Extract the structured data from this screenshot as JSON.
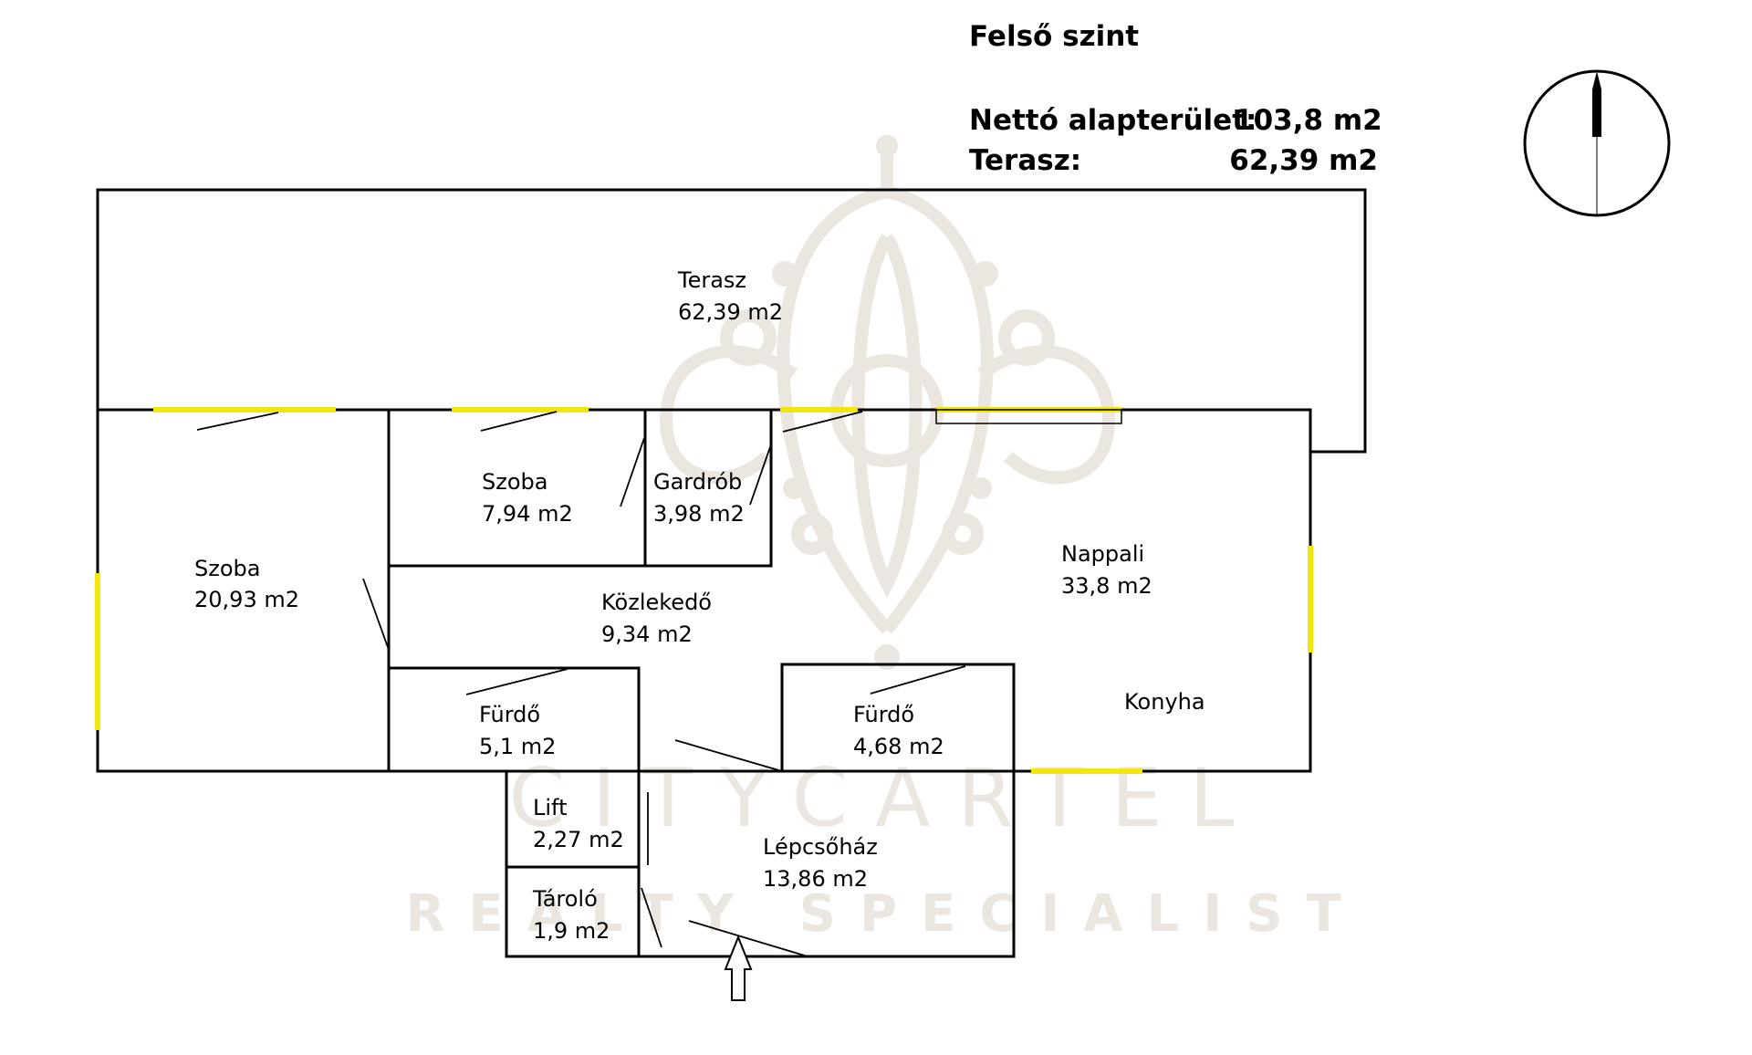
{
  "header": {
    "level": "Felső szint",
    "net_area_label": "Nettó alapterület:",
    "net_area_value": "103,8 m2",
    "terrace_label": "Terasz:",
    "terrace_value": "62,39 m2"
  },
  "rooms": [
    {
      "name": "Terasz",
      "area": "62,39 m2"
    },
    {
      "name": "Szoba",
      "area": "20,93 m2"
    },
    {
      "name": "Szoba",
      "area": "7,94 m2"
    },
    {
      "name": "Gardrób",
      "area": "3,98 m2"
    },
    {
      "name": "Közlekedő",
      "area": "9,34 m2"
    },
    {
      "name": "Nappali",
      "area": "33,8 m2"
    },
    {
      "name": "Konyha",
      "area": ""
    },
    {
      "name": "Fürdő",
      "area": "5,1 m2"
    },
    {
      "name": "Fürdő",
      "area": "4,68 m2"
    },
    {
      "name": "Lift",
      "area": "2,27 m2"
    },
    {
      "name": "Lépcsőház",
      "area": "13,86 m2"
    },
    {
      "name": "Tároló",
      "area": "1,9 m2"
    }
  ],
  "watermark": {
    "brand": "CITYCARTEL",
    "tagline": "REALTY SPECIALIST",
    "color": "#ebe7e0"
  },
  "icons": {
    "compass": "north-compass-icon",
    "entrance": "entrance-arrow-icon"
  },
  "colors": {
    "walls": "#000000",
    "windows": "#f2e50c",
    "background": "#ffffff"
  }
}
